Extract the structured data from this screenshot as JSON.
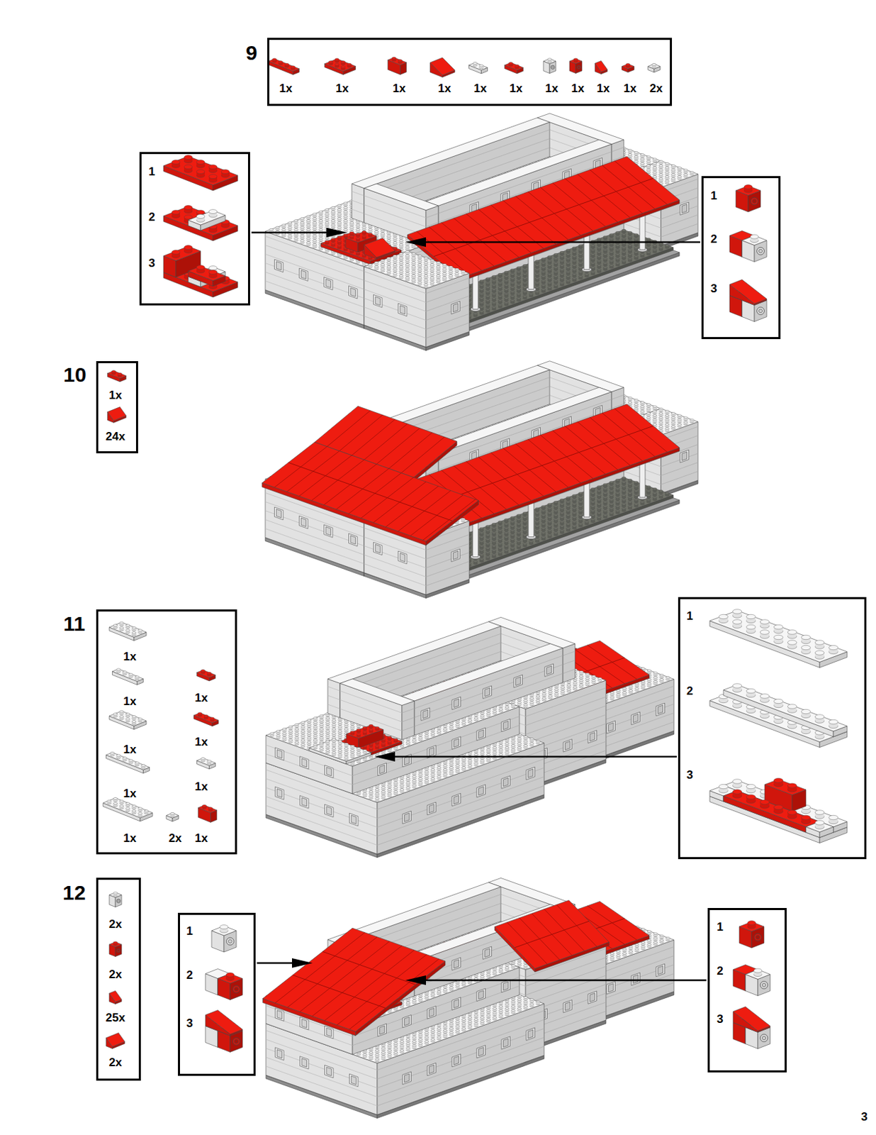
{
  "diagram": {
    "nodes": [
      {
        "text": [
          "1x",
          "1x",
          "1x",
          "1x",
          "1x",
          "1x",
          "1x",
          "1x",
          "1x",
          "1x",
          "2x"
        ]
      },
      {
        "text": [
          "1",
          "2",
          "3"
        ]
      },
      {
        "text": [
          "1",
          "2",
          "3"
        ]
      },
      {
        "text": [
          "1x",
          "24x"
        ]
      },
      {
        "text": [
          "1x",
          "1x",
          "1x",
          "1x",
          "1x",
          "1x",
          "1x",
          "1x",
          "2x",
          "1x"
        ]
      },
      {
        "text": [
          "1",
          "2",
          "3"
        ]
      },
      {
        "text": [
          "2x",
          "2x",
          "25x",
          "2x"
        ]
      },
      {
        "text": [
          "1",
          "2",
          "3"
        ]
      },
      {
        "text": [
          "1",
          "2",
          "3"
        ]
      }
    ],
    "labels": [
      "9",
      "10",
      "11",
      "12",
      "3"
    ]
  }
}
